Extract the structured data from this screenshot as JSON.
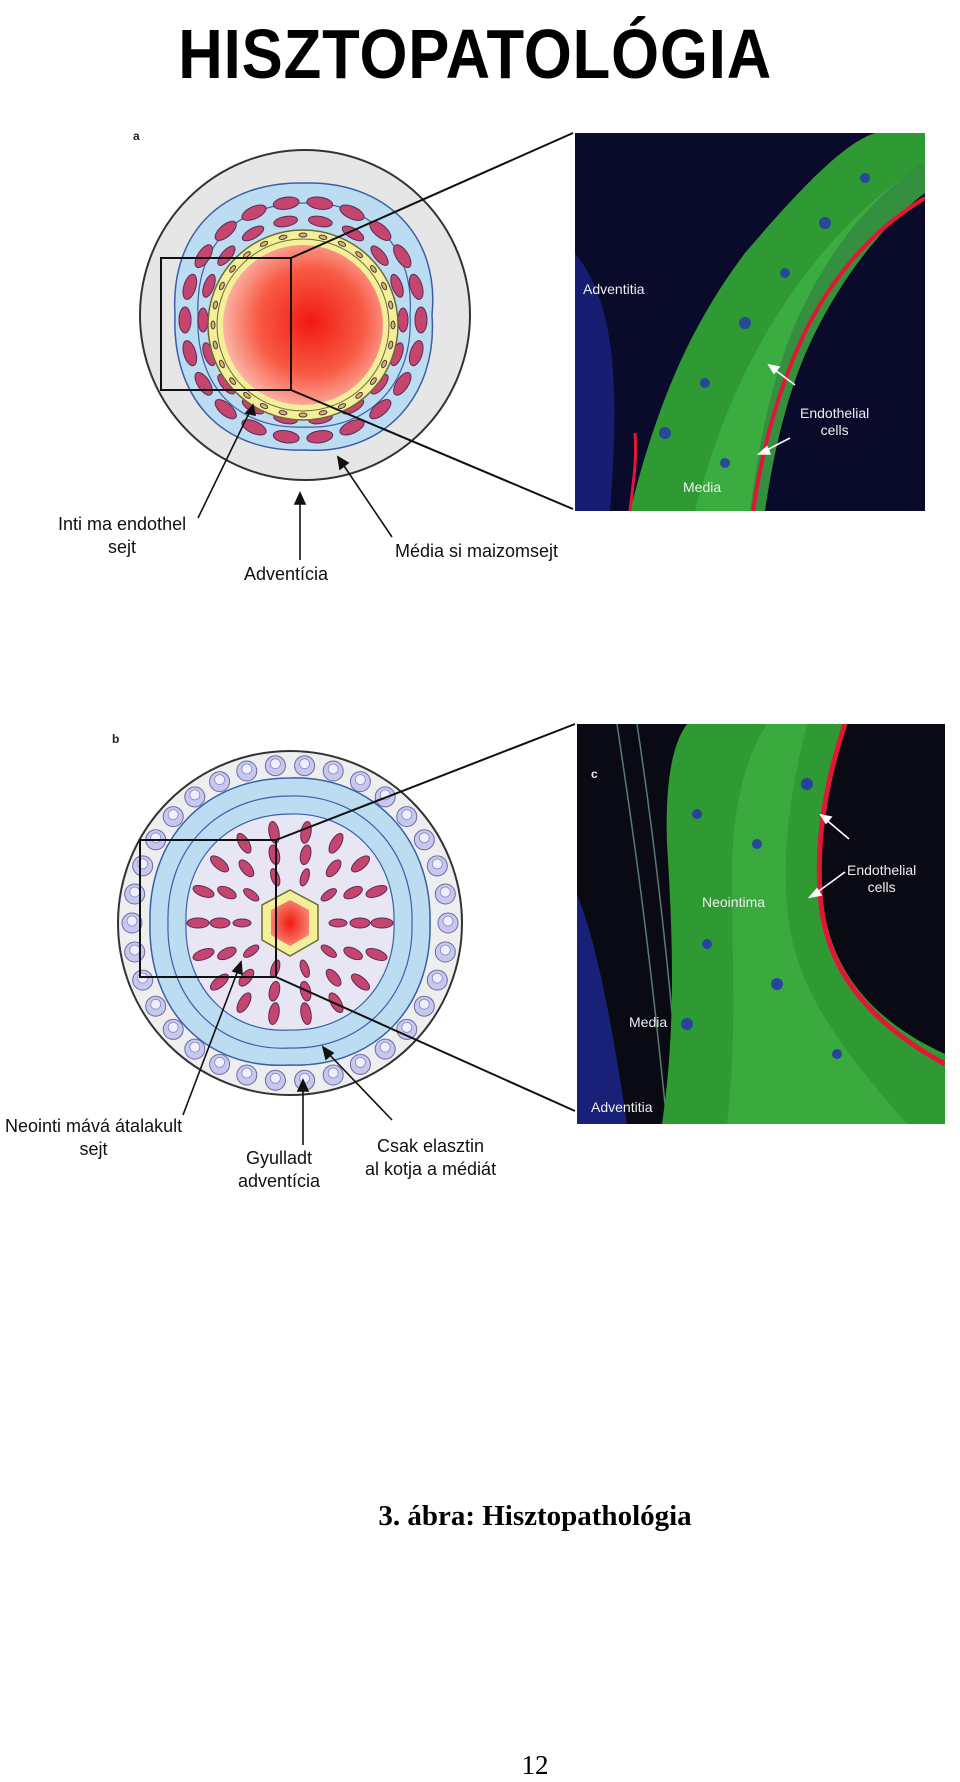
{
  "title": "HISZTOPATOLÓGIA",
  "figure_a": {
    "panel_label": "a",
    "labels": {
      "intima": [
        "Inti ma endothel",
        "sejt"
      ],
      "adventicia": "Adventícia",
      "media": "Média si maizomsejt"
    },
    "micrograph": {
      "adventitia": "Adventitia",
      "endothelial": [
        "Endothelial",
        "cells"
      ],
      "media": "Media"
    }
  },
  "figure_b": {
    "panel_label": "b",
    "labels": {
      "neointima": [
        "Neointi mává átalakult",
        "sejt"
      ],
      "adventicia": [
        "Gyulladt",
        "adventícia"
      ],
      "elastin": [
        "Csak elasztin",
        "al kotja a médiát"
      ]
    },
    "micrograph": {
      "panel_label": "c",
      "neointima": "Neointima",
      "endothelial": [
        "Endothelial",
        "cells"
      ],
      "media": "Media",
      "adventitia": "Adventitia"
    }
  },
  "caption": "3. ábra: Hisztopathológia",
  "page_number": "12",
  "colors": {
    "lumen": "#f5342a",
    "media": "#bcdcf2",
    "adventitia_fill": "#e6e6e6",
    "smooth_muscle": "#c4466e",
    "endothelium": "#f3ef9a",
    "stain_green": "#2f9a34",
    "stain_red": "#e01835",
    "stain_blue": "#2230a8"
  }
}
